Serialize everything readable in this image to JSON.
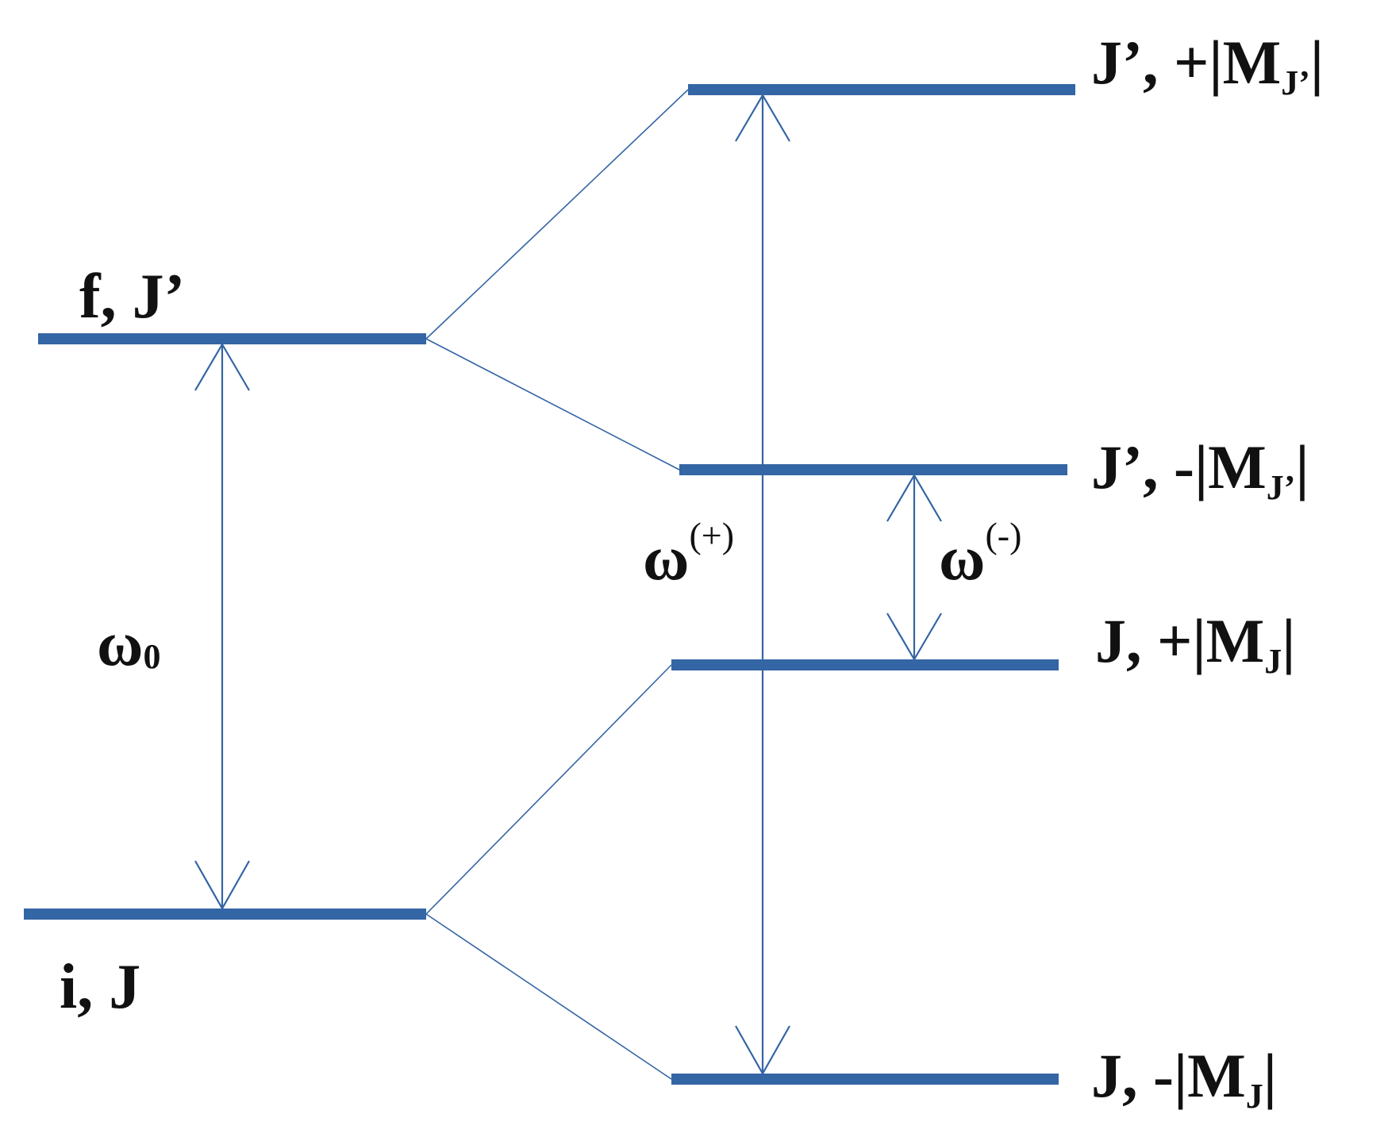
{
  "colors": {
    "level": "#3465a4",
    "connector": "#3465a4",
    "text": "#111111",
    "background": "#ffffff"
  },
  "levels": {
    "f_J_prime": {
      "name": "f",
      "sep": ", ",
      "J": "J’"
    },
    "i_J": {
      "name": "i",
      "sep": ", ",
      "J": "J"
    },
    "Jp_plus": {
      "main": "J’, +|M",
      "sub": "J’",
      "close": "|"
    },
    "Jp_minus": {
      "main": "J’, -|M",
      "sub": "J’",
      "close": "|"
    },
    "J_plus": {
      "main": "J, +|M",
      "sub": "J",
      "close": "|"
    },
    "J_minus": {
      "main": "J, -|M",
      "sub": "J",
      "close": "|"
    }
  },
  "transitions": {
    "omega0": {
      "symbol": "ω",
      "sub": "0"
    },
    "omega_plus": {
      "symbol": "ω",
      "sup": "(+)"
    },
    "omega_minus": {
      "symbol": "ω",
      "sup": "(-)"
    }
  }
}
